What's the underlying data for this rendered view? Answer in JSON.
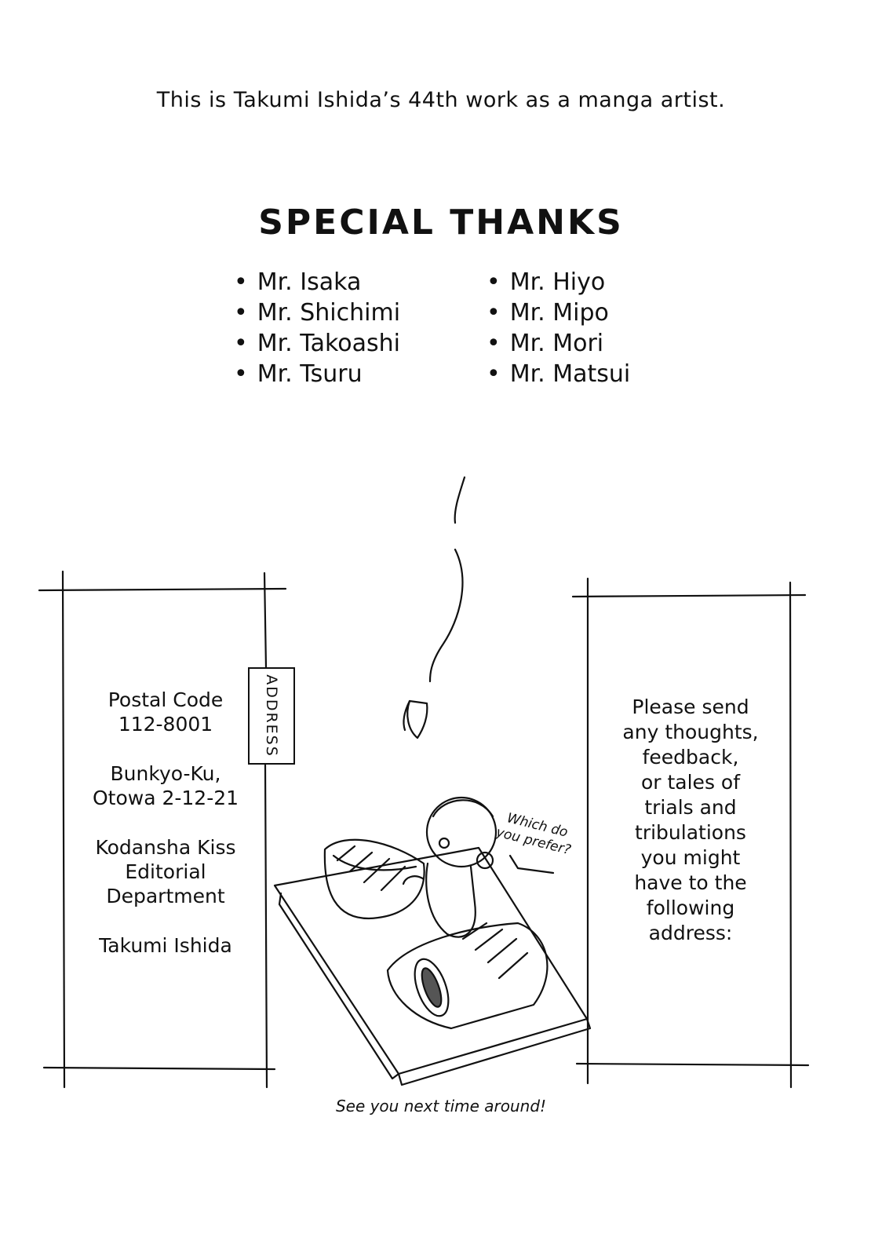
{
  "intro_text": "This is Takumi Ishida’s 44th work as a manga artist.",
  "special_thanks": {
    "title": "SPECIAL THANKS",
    "left_names": [
      "Mr. Isaka",
      "Mr. Shichimi",
      "Mr. Takoashi",
      "Mr. Tsuru"
    ],
    "right_names": [
      "Mr. Hiyo",
      "Mr. Mipo",
      "Mr. Mori",
      "Mr. Matsui"
    ]
  },
  "address_panel": {
    "tag": "ADDRESS",
    "postal_label": "Postal Code",
    "postal_code": "112-8001",
    "street_line1": "Bunkyo-Ku,",
    "street_line2": "Otowa 2-12-21",
    "company_line1": "Kodansha Kiss",
    "company_line2": "Editorial",
    "company_line3": "Department",
    "recipient": "Takumi Ishida"
  },
  "message_panel": {
    "lines": [
      "Please send",
      "any thoughts,",
      "feedback,",
      "or tales of",
      "trials and",
      "tribulations",
      "you might",
      "have to the",
      "following",
      "address:"
    ]
  },
  "illustration": {
    "speech_line1": "Which do",
    "speech_line2": "you prefer?"
  },
  "footer_text": "See you next time around!"
}
